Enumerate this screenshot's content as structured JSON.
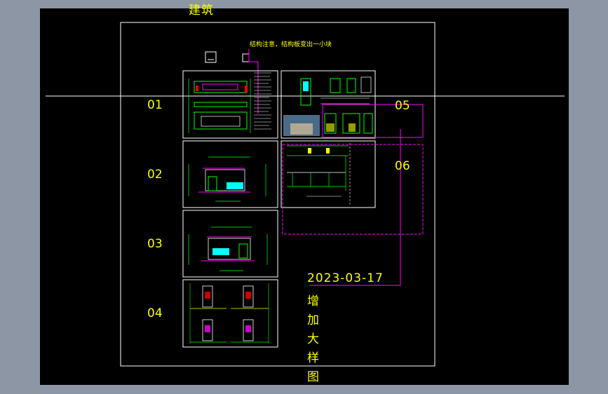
{
  "drawing": {
    "title": "建筑",
    "note": "结构注意，结构板变出一小块",
    "sheet_labels": [
      "01",
      "02",
      "03",
      "04",
      "05",
      "06"
    ],
    "date": "2023-03-17",
    "revision_note_chars": [
      "增",
      "加",
      "大",
      "样",
      "图"
    ]
  },
  "colors": {
    "background": "#000000",
    "frame": "#ffffff",
    "text": "#ffff00",
    "magenta": "#ff00ff",
    "green": "#00ff00",
    "cyan": "#00ffff",
    "red": "#ff0000"
  }
}
